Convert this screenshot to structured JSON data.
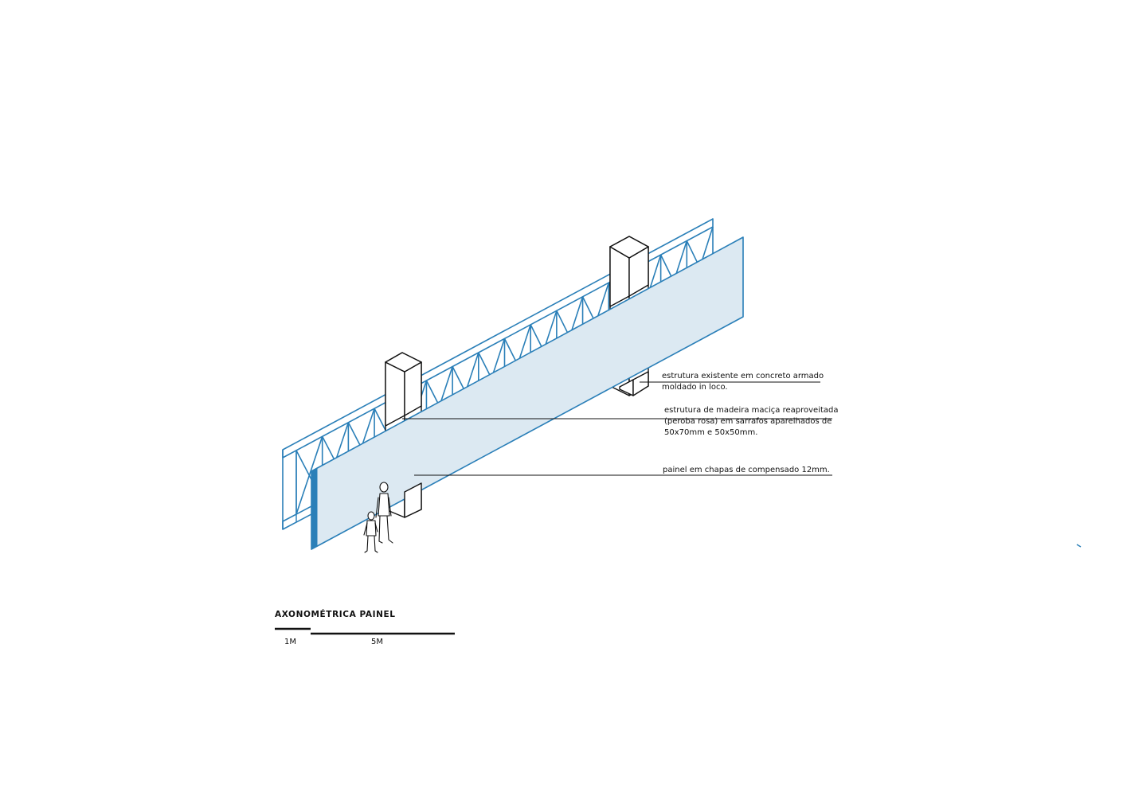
{
  "title": "AXONOMÉTRICA PAINEL",
  "annotations": [
    {
      "lines": [
        "estrutura existente em concreto armado",
        "moldado in loco."
      ]
    },
    {
      "lines": [
        "estrutura de madeira maciça reaproveitada",
        "(peroba rosa) em sarrafos aparelhados de",
        "50x70mm e 50x50mm."
      ]
    },
    {
      "lines": [
        "painel em chapas de compensado 12mm."
      ]
    }
  ],
  "scale_bar": {
    "small_label": "1M",
    "large_label": "5M"
  },
  "colors": {
    "truss_blue": "#2a7fb8",
    "panel_fill": "#dce9f2",
    "panel_stroke": "#2a7fb8",
    "concrete": "#ffffff",
    "ink": "#111111"
  }
}
